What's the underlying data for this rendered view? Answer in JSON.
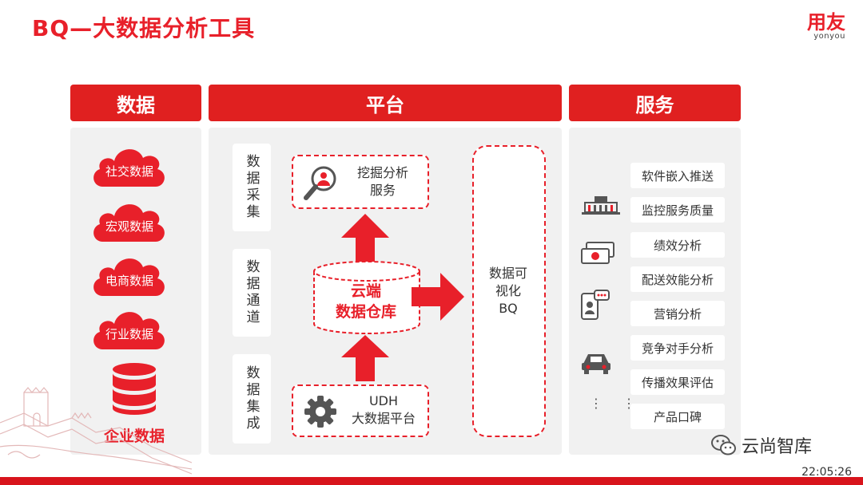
{
  "title": "BQ—大数据分析工具",
  "logo": {
    "main": "用友",
    "sub": "yonyou"
  },
  "headers": {
    "data": "数据",
    "platform": "平台",
    "service": "服务"
  },
  "data_sources": [
    "社交数据",
    "宏观数据",
    "电商数据",
    "行业数据"
  ],
  "enterprise_data": "企业数据",
  "platform": {
    "vertical_tabs": [
      "数据采集",
      "数据通道",
      "数据集成"
    ],
    "mining_service": [
      "挖掘分析",
      "服务"
    ],
    "cloud_warehouse": [
      "云端",
      "数据仓库"
    ],
    "udh": [
      "UDH",
      "大数据平台"
    ],
    "visualization": [
      "数据可",
      "视化",
      "BQ"
    ]
  },
  "services": [
    "软件嵌入推送",
    "监控服务质量",
    "绩效分析",
    "配送效能分析",
    "营销分析",
    "竞争对手分析",
    "传播效果评估",
    "产品口碑"
  ],
  "ellipsis": "⋮ ⋮",
  "watermark": "云尚智库",
  "timestamp": "22:05:26",
  "colors": {
    "brand_red": "#e8202a",
    "header_red": "#e02020",
    "panel_gray": "#f1f1f1"
  }
}
